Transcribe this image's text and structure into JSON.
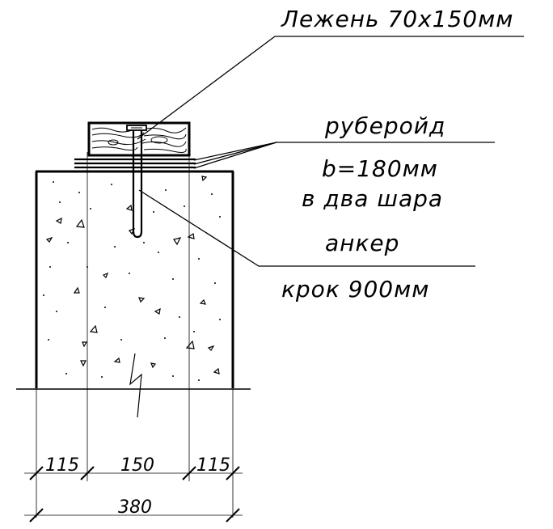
{
  "labels": {
    "beam": "Лежень 70х150мм",
    "material": "руберойд",
    "material_width": "b=180мм",
    "material_layers": "в два шара",
    "anchor": "анкер",
    "anchor_step": "крок 900мм"
  },
  "dimensions": {
    "left": "115",
    "middle": "150",
    "right": "115",
    "total": "380"
  }
}
